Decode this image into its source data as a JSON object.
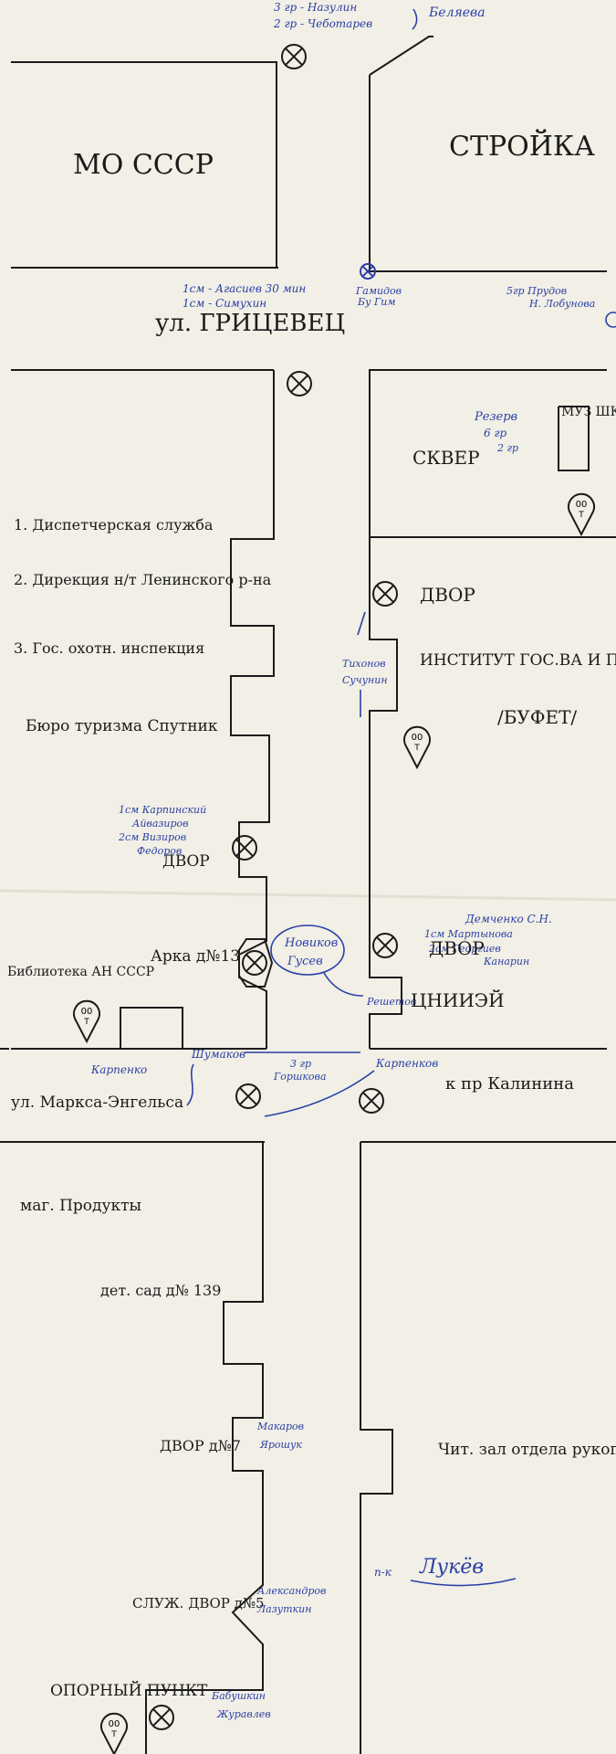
{
  "colors": {
    "paper": "#f1efe6",
    "ink": "#1b1b1b",
    "blue_ink": "#2a3fa5"
  },
  "buildings": {
    "mo_ussr": "МО СССР",
    "construction": "СТРОЙКА",
    "museum_school": "МУЗ ШКОЛА",
    "square": "СКВЕР",
    "dvor_upper": "ДВОР",
    "institute": "ИНСТИТУТ ГОС.ВА И ПРАВА АН СССР",
    "buffet": "/БУФЕТ/",
    "dispatch_list": [
      "1. Диспетчерская служба",
      "2. Дирекция н/т Ленинского р-на",
      "3. Гос. охотн. инспекция"
    ],
    "tourism": "Бюро туризма Спутник",
    "dvor_left": "ДВОР",
    "arch": "Арка д№13",
    "library": "Библиотека АН СССР",
    "dvor_right": "ДВОР",
    "cniiei": "ЦНИИЭЙ",
    "shop": "маг. Продукты",
    "kindergarten": "дет. сад д№ 139",
    "dvor_7": "ДВОР д№7",
    "reading_hall": "Чит. зал отдела рукописей",
    "service_yard": "СЛУЖ. ДВОР д№5",
    "base_point": "ОПОРНЫЙ ПУНКТ"
  },
  "streets": {
    "gritsevets": "ул. ГРИЦЕВЕЦ",
    "marx_engels": "ул. Маркса-Энгельса",
    "to_kalinina": "к пр Калинина"
  },
  "notes": {
    "top": [
      "3 гр - Назулин",
      "2 гр - Чеботарев"
    ],
    "top_right": "Беляева",
    "gritsevets_left": [
      "1см - Агасиев 30 мин",
      "1см - Симухин"
    ],
    "gritsevets_mid": [
      "Гамидов",
      "Бу Гим"
    ],
    "gritsevets_right": [
      "5гр Прудов",
      "Н. Лобунова"
    ],
    "rezerv": [
      "Резерв",
      "6 гр",
      "2 гр"
    ],
    "institute_left": [
      "Тихонов",
      "Сучунин"
    ],
    "dvor_left_notes": [
      "1см Карпинский",
      "Айвазиров",
      "2см Визиров",
      "Федоров"
    ],
    "dvor_right_notes": [
      "Демченко С.Н.",
      "1см Мартынова",
      "2см Георгиев",
      "Канарин"
    ],
    "arch_circle": [
      "Новиков",
      "Гусев"
    ],
    "cniiei_prefix": "Решетов",
    "marx_left": "Карпенко",
    "marx_shumakov": "Шумаков",
    "marx_group": [
      "3 гр",
      "Горшкова"
    ],
    "marx_right": "Карпенков",
    "dvor7_notes": [
      "Макаров",
      "Ярошук"
    ],
    "chief": [
      "п-к",
      "Лукёв"
    ],
    "service_notes": [
      "Александров",
      "Лазуткин"
    ],
    "base_notes": [
      "Бабушкин",
      "Журавлев"
    ]
  },
  "posts": [
    {
      "id": "post-top"
    },
    {
      "id": "post-gritsevets"
    },
    {
      "id": "post-upper-street"
    },
    {
      "id": "post-dvor-upper"
    },
    {
      "id": "post-dvor-left"
    },
    {
      "id": "post-arch"
    },
    {
      "id": "post-dvor-right"
    },
    {
      "id": "post-marx-left"
    },
    {
      "id": "post-marx-right"
    },
    {
      "id": "post-base"
    }
  ],
  "wc_label": "00",
  "wc_sub": "Т"
}
